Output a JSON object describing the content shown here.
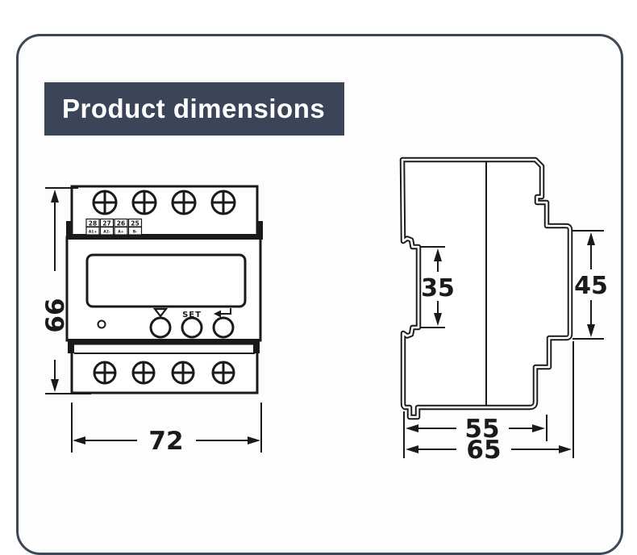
{
  "theme": {
    "card_border": "#3d4756",
    "title_bg": "#3a4557",
    "title_text": "#ffffff",
    "ink": "#1a1a1a",
    "paper": "#fdfdfe"
  },
  "header": {
    "title": "Product dimensions"
  },
  "front_view": {
    "height_label": "66",
    "width_label": "72",
    "terminal_numbers": [
      "28",
      "27",
      "26",
      "25"
    ],
    "terminal_sublabels": [
      "A1+",
      "A2-",
      "A+",
      "B-"
    ],
    "set_button_label": "SET"
  },
  "side_view": {
    "rail_slot_label": "35",
    "front_height_label": "45",
    "depth_inner_label": "55",
    "depth_total_label": "65"
  }
}
